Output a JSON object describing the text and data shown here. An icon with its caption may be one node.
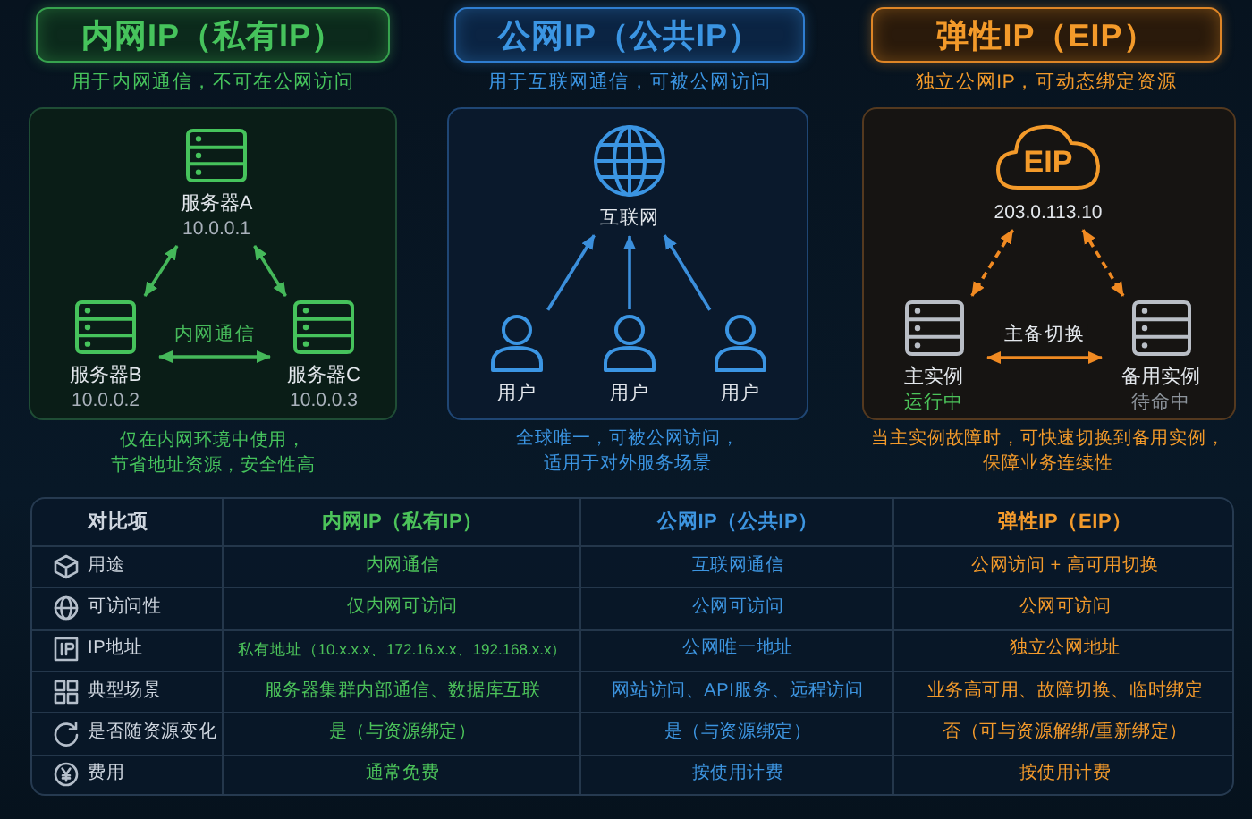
{
  "diagram": {
    "nodes": [
      {
        "text": [
          "内网IP（私有IP）"
        ]
      },
      {
        "text": [],
        "shape": "box"
      },
      {
        "text": [
          "服务器A",
          "10.0.0.1"
        ],
        "in": 1
      },
      {
        "text": [
          "服务器B",
          "10.0.0.2"
        ],
        "in": 1
      },
      {
        "text": [
          "服务器C",
          "10.0.0.3"
        ],
        "in": 1
      },
      {
        "text": [
          "公网IP（公共IP）"
        ]
      },
      {
        "text": [],
        "shape": "box"
      },
      {
        "text": [
          "互联网"
        ],
        "in": 6
      },
      {
        "text": [
          "用户"
        ],
        "in": 6
      },
      {
        "text": [
          "用户"
        ],
        "in": 6
      },
      {
        "text": [
          "用户"
        ],
        "in": 6
      },
      {
        "text": [
          "弹性IP（EIP）"
        ]
      },
      {
        "text": [],
        "shape": "box"
      },
      {
        "text": [
          "EIP",
          "203.0.113.10"
        ],
        "in": 12
      },
      {
        "text": [
          "主实例",
          "运行中"
        ],
        "in": 12
      },
      {
        "text": [
          "备用实例",
          "待命中"
        ],
        "in": 12
      }
    ],
    "edges": [
      {
        "from": 2,
        "to": 3,
        "arrow": "both",
        "color": "#45b85a"
      },
      {
        "from": 2,
        "to": 4,
        "arrow": "both",
        "color": "#45b85a"
      },
      {
        "from": 3,
        "to": 4,
        "arrow": "both",
        "label": "内网通信",
        "color": "#45b85a"
      },
      {
        "from": 8,
        "to": 7,
        "arrow": "to",
        "color": "#3b8fdc"
      },
      {
        "from": 9,
        "to": 7,
        "arrow": "to",
        "color": "#3b8fdc"
      },
      {
        "from": 10,
        "to": 7,
        "arrow": "to",
        "color": "#3b8fdc"
      },
      {
        "from": 13,
        "to": 14,
        "arrow": "both",
        "style": "dashed",
        "color": "#f08a22"
      },
      {
        "from": 13,
        "to": 15,
        "arrow": "both",
        "style": "dashed",
        "color": "#f08a22"
      },
      {
        "from": 14,
        "to": 15,
        "arrow": "both",
        "label": "主备切换",
        "color": "#f08a22"
      }
    ],
    "labels": [
      "用于内网通信，不可在公网访问",
      "用于互联网通信，可被公网访问",
      "独立公网IP，可动态绑定资源",
      "仅在内网环境中使用，节省地址资源，安全性高",
      "全球唯一，可被公网访问，适用于对外服务场景",
      "当主实例故障时，可快速切换到备用实例，保障业务连续性",
      "对比项",
      "内网IP（私有IP）",
      "公网IP（公共IP）",
      "弹性IP（EIP）",
      "用途",
      "内网通信",
      "互联网通信",
      "公网访问 + 高可用切换",
      "可访问性",
      "仅内网可访问",
      "公网可访问",
      "公网可访问",
      "IP地址",
      "私有地址（10.x.x.x、172.16.x.x、192.168.x.x）",
      "公网唯一地址",
      "独立公网地址",
      "典型场景",
      "服务器集群内部通信、数据库互联",
      "网站访问、API服务、远程访问",
      "业务高可用、故障切换、临时绑定",
      "是否随资源变化",
      "是（与资源绑定）",
      "是（与资源绑定）",
      "否（可与资源解绑/重新绑定）",
      "费用",
      "通常免费",
      "按使用计费",
      "按使用计费"
    ]
  }
}
